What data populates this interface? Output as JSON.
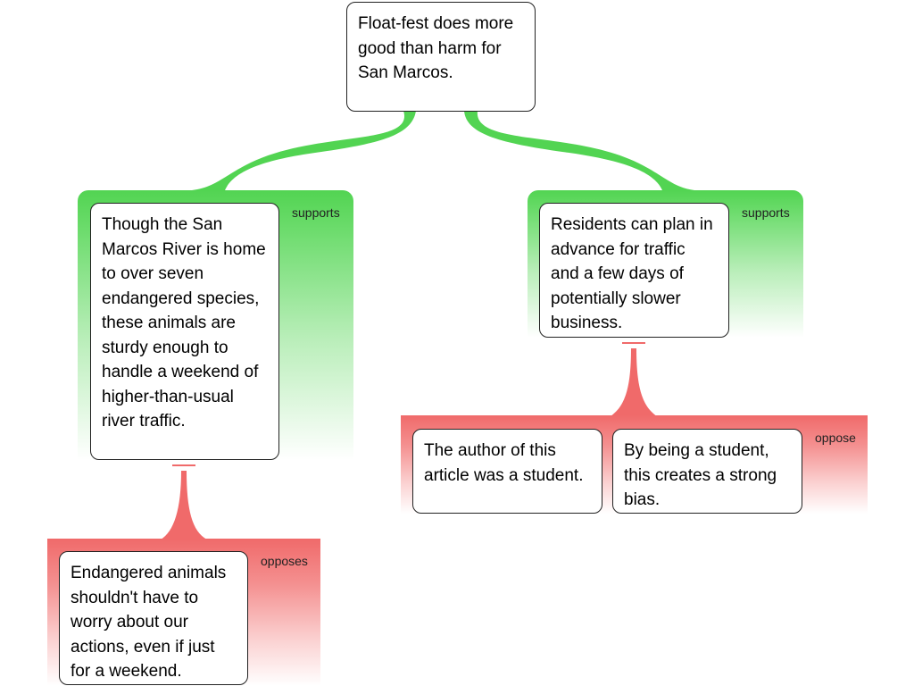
{
  "nodes": {
    "main_claim": "Float-fest does more good than harm for San Marcos.",
    "reason_left": "Though the San Marcos River is home to over seven endangered species, these animals are sturdy enough to handle a weekend of higher-than-usual river traffic.",
    "reason_right": "Residents can plan in advance for traffic and a few days of potentially slower business.",
    "objection_left": "Endangered animals shouldn't have to worry about our actions, even if just for a weekend.",
    "objection_right_a": "The author of this article was a student.",
    "objection_right_b": "By being a student, this creates a strong bias."
  },
  "labels": {
    "supports_left": "supports",
    "supports_right": "supports",
    "opposes_left": "opposes",
    "oppose_right": "oppose"
  },
  "colors": {
    "support": "#52d452",
    "oppose": "#f06a6a"
  }
}
